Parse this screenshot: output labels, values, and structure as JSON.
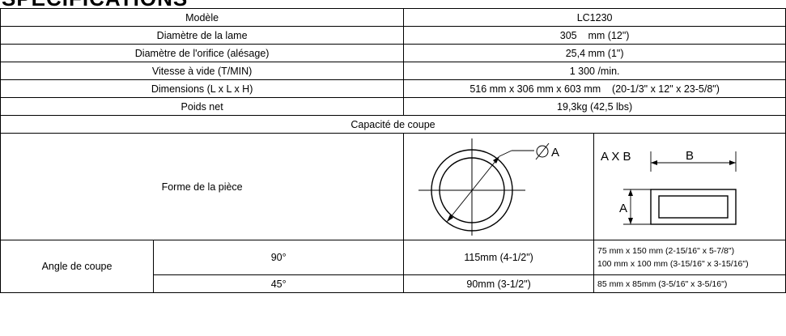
{
  "heading": "SPÉCIFICATIONS",
  "spec_rows": [
    {
      "label": "Modèle",
      "value": "LC1230"
    },
    {
      "label": "Diamètre de la lame",
      "value": "305    mm (12\")"
    },
    {
      "label": "Diamètre de l'orifice (alésage)",
      "value": "25,4 mm (1\")"
    },
    {
      "label": "Vitesse à vide (T/MIN)",
      "value": "1 300 /min."
    },
    {
      "label": "Dimensions (L x L x H)",
      "value": "516 mm x 306 mm x 603 mm    (20-1/3\" x 12\" x 23-5/8\")"
    },
    {
      "label": "Poids net",
      "value": "19,3kg (42,5 lbs)"
    }
  ],
  "capacity": {
    "title": "Capacité de coupe",
    "shape_label": "Forme de la pièce",
    "round_diagram_label": "A",
    "rect_diagram": {
      "title": "A X B",
      "label_a": "A",
      "label_b": "B"
    },
    "angle_label": "Angle de coupe",
    "angles": [
      {
        "angle": "90°",
        "round": "115mm (4-1/2\")",
        "rect": [
          "75 mm x 150 mm (2-15/16\" x 5-7/8\")",
          "100 mm x 100 mm (3-15/16\" x 3-15/16\")"
        ]
      },
      {
        "angle": "45°",
        "round": "90mm (3-1/2\")",
        "rect": [
          "85 mm x 85mm (3-5/16\" x 3-5/16\")"
        ]
      }
    ]
  }
}
